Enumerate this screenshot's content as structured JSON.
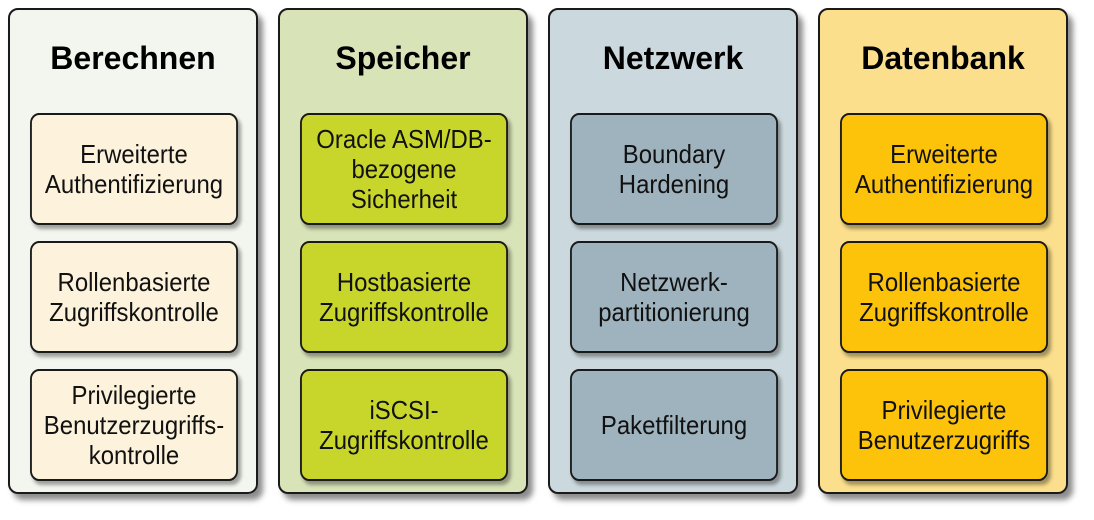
{
  "columns": [
    {
      "title": "Berechnen",
      "bg": "#f2f6ee",
      "box": "#fdf3dc",
      "items": [
        "Erweiterte\nAuthentifizierung",
        "Rollenbasierte\nZugriffskontrolle",
        "Privilegierte\nBenutzerzugriffs-\nkontrolle"
      ]
    },
    {
      "title": "Speicher",
      "bg": "#d8e3b8",
      "box": "#c8d62c",
      "items": [
        "Oracle ASM/DB-\nbezogene\nSicherheit",
        "Hostbasierte\nZugriffskontrolle",
        "iSCSI-\nZugriffskontrolle"
      ]
    },
    {
      "title": "Netzwerk",
      "bg": "#cbd9de",
      "box": "#9fb3be",
      "items": [
        "Boundary\nHardening",
        "Netzwerk-\npartitionierung",
        "Paketfilterung"
      ]
    },
    {
      "title": "Datenbank",
      "bg": "#fbdf8c",
      "box": "#fcc30a",
      "items": [
        "Erweiterte\nAuthentifizierung",
        "Rollenbasierte\nZugriffskontrolle",
        "Privilegierte\nBenutzerzugriffs"
      ]
    }
  ]
}
